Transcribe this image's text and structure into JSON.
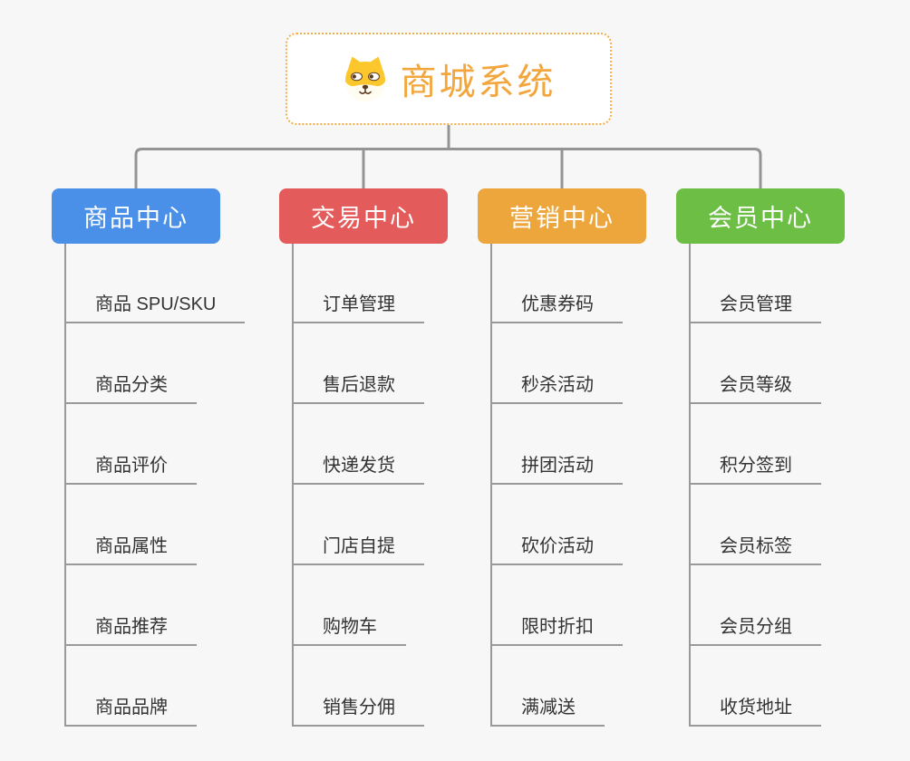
{
  "root": {
    "title": "商城系统",
    "icon": "shiba-dog-icon"
  },
  "columns": [
    {
      "label": "商品中心",
      "color": "#4A90E8",
      "items": [
        "商品 SPU/SKU",
        "商品分类",
        "商品评价",
        "商品属性",
        "商品推荐",
        "商品品牌"
      ]
    },
    {
      "label": "交易中心",
      "color": "#E45B5B",
      "items": [
        "订单管理",
        "售后退款",
        "快递发货",
        "门店自提",
        "购物车",
        "销售分佣"
      ]
    },
    {
      "label": "营销中心",
      "color": "#EDA63C",
      "items": [
        "优惠券码",
        "秒杀活动",
        "拼团活动",
        "砍价活动",
        "限时折扣",
        "满减送"
      ]
    },
    {
      "label": "会员中心",
      "color": "#6CBE45",
      "items": [
        "会员管理",
        "会员等级",
        "积分签到",
        "会员标签",
        "会员分组",
        "收货地址"
      ]
    }
  ],
  "colors": {
    "background": "#F7F7F7",
    "connector": "#949494",
    "leaf_line": "#999999",
    "leaf_text": "#333333",
    "root_border": "#F3AE4B",
    "root_title": "#F2A63C",
    "header_text": "#FFFFFF",
    "dog_yellow": "#FBC72D",
    "dog_cream": "#FFFDF2",
    "dog_brown": "#5E3B1E"
  }
}
